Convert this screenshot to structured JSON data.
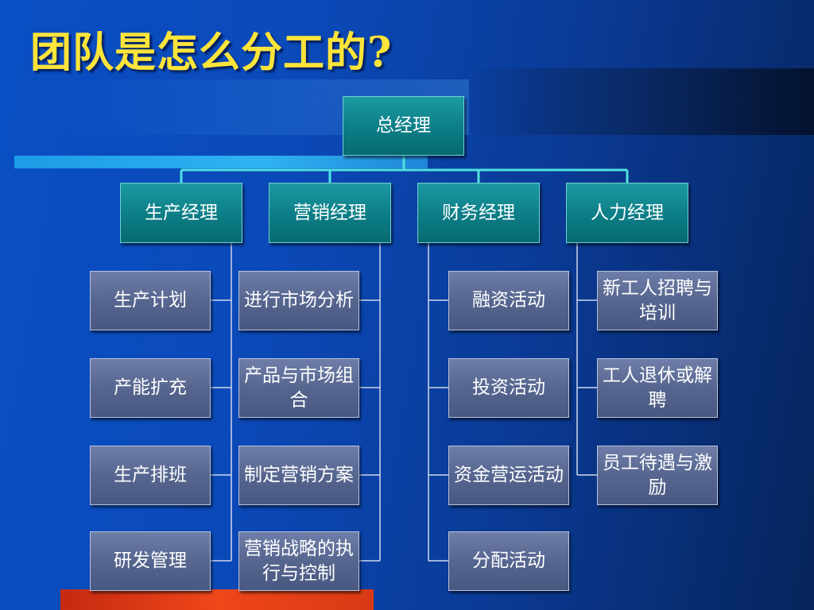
{
  "title": "团队是怎么分工的?",
  "org": {
    "top": "总经理",
    "managers": [
      "生产经理",
      "营销经理",
      "财务经理",
      "人力经理"
    ],
    "tasks": {
      "production": [
        "生产计划",
        "产能扩充",
        "生产排班",
        "研发管理"
      ],
      "marketing": [
        "进行市场分析",
        "产品与市场组合",
        "制定营销方案",
        "营销战略的执行与控制"
      ],
      "finance": [
        "融资活动",
        "投资活动",
        "资金营运活动",
        "分配活动"
      ],
      "hr": [
        "新工人招聘与培训",
        "工人退休或解聘",
        "员工待遇与激励"
      ]
    }
  },
  "colors": {
    "title": "#ffe43a",
    "manager_box": "#0c7d86",
    "task_box": "#56668f",
    "connector": "#4fe3e0",
    "accent_bar": "#f0461a"
  }
}
